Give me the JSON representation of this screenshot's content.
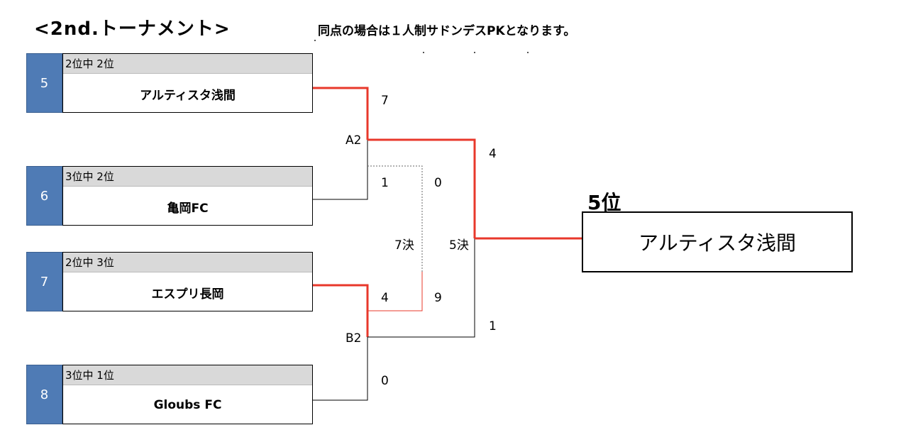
{
  "header": {
    "title": "<2nd.トーナメント>",
    "note": "同点の場合は１人制サドンデスPKとなります。"
  },
  "teams": [
    {
      "seed": "5",
      "rank": "2位中 2位",
      "name": "アルティスタ浅間"
    },
    {
      "seed": "6",
      "rank": "3位中 2位",
      "name": "亀岡FC"
    },
    {
      "seed": "7",
      "rank": "2位中 3位",
      "name": "エスプリ長岡"
    },
    {
      "seed": "8",
      "rank": "3位中 1位",
      "name": "Gloubs FC"
    }
  ],
  "matches": {
    "a2": {
      "label": "A2",
      "score_top": "7",
      "score_bottom": "1"
    },
    "b2": {
      "label": "B2",
      "score_top": "4",
      "score_bottom": "0"
    },
    "seventh": {
      "label": "7決",
      "score_top": "0",
      "score_bottom": "9"
    },
    "fifth": {
      "label": "5決",
      "score_top": "4",
      "score_bottom": "1"
    }
  },
  "result": {
    "rank": "5位",
    "name": "アルティスタ浅間"
  },
  "colors": {
    "winner_line": "#e8382b",
    "seed_bg": "#4f7bb5",
    "rank_bg": "#d9d9d9",
    "line": "#000000"
  }
}
